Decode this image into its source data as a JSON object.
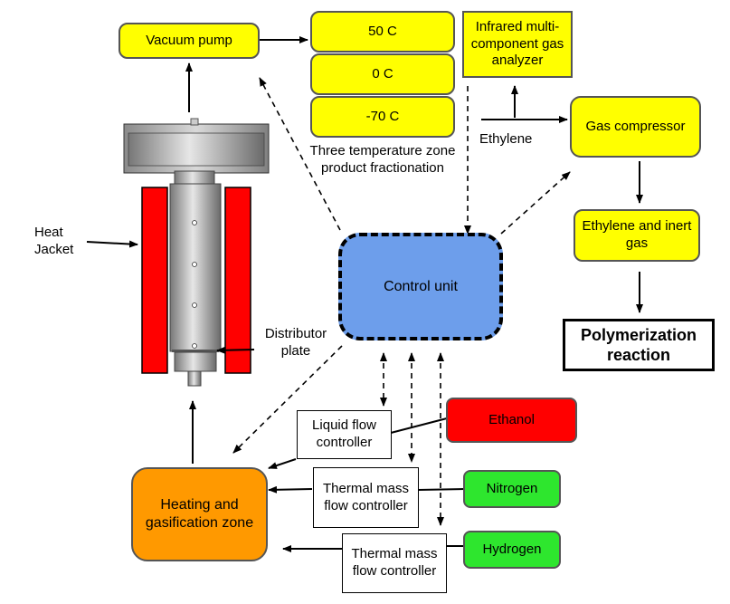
{
  "boxes": {
    "vacuum_pump": "Vacuum pump",
    "temp_50": "50 C",
    "temp_0": "0 C",
    "temp_minus70": "-70 C",
    "infrared_analyzer": "Infrared multi-component gas analyzer",
    "gas_compressor": "Gas compressor",
    "ethylene_inert": "Ethylene and inert gas",
    "polymerization": "Polymerization reaction",
    "control_unit": "Control unit",
    "ethanol": "Ethanol",
    "nitrogen": "Nitrogen",
    "hydrogen": "Hydrogen",
    "liquid_flow_controller": "Liquid flow controller",
    "thermal_mfc_1": "Thermal mass flow controller",
    "thermal_mfc_2": "Thermal mass flow controller",
    "heating_zone": "Heating and gasification zone"
  },
  "labels": {
    "fractionation": "Three temperature zone product fractionation",
    "ethylene": "Ethylene",
    "heat_jacket": "Heat Jacket",
    "distributor_plate": "Distributor plate"
  },
  "colors": {
    "yellow": "#ffff00",
    "red": "#ff0000",
    "green": "#2ee62e",
    "orange": "#ff9900",
    "blue": "#6d9eeb"
  }
}
